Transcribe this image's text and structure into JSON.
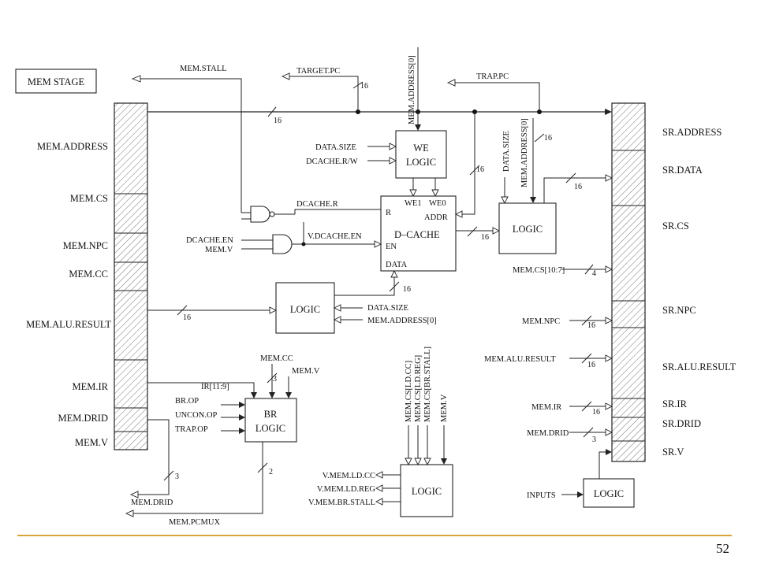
{
  "stage_title": "MEM STAGE",
  "page_number": "52",
  "accent_color": "#d8a43a",
  "left_register": {
    "labels": [
      "MEM.ADDRESS",
      "MEM.CS",
      "MEM.NPC",
      "MEM.CC",
      "MEM.ALU.RESULT",
      "MEM.IR",
      "MEM.DRID",
      "MEM.V"
    ]
  },
  "right_register": {
    "labels": [
      "SR.ADDRESS",
      "SR.DATA",
      "SR.CS",
      "SR.NPC",
      "SR.ALU.RESULT",
      "SR.IR",
      "SR.DRID",
      "SR.V"
    ]
  },
  "blocks": {
    "we_logic_line1": "WE",
    "we_logic_line2": "LOGIC",
    "dcache": "D–CACHE",
    "dcache_we1": "WE1",
    "dcache_we0": "WE0",
    "dcache_r": "R",
    "dcache_addr": "ADDR",
    "dcache_en": "EN",
    "dcache_data": "DATA",
    "logic": "LOGIC",
    "br_logic_line1": "BR",
    "br_logic_line2": "LOGIC"
  },
  "signals": {
    "mem_stall": "MEM.STALL",
    "target_pc": "TARGET.PC",
    "mem_address_0": "MEM.ADDRESS[0]",
    "trap_pc": "TRAP.PC",
    "data_size": "DATA.SIZE",
    "dcache_rw": "DCACHE.R/W",
    "dcache_r": "DCACHE.R",
    "dcache_en": "DCACHE.EN",
    "mem_v": "MEM.V",
    "v_dcache_en": "V.DCACHE.EN",
    "mem_cs_10_7": "MEM.CS[10:7]",
    "mem_npc": "MEM.NPC",
    "mem_alu_result": "MEM.ALU.RESULT",
    "mem_ir": "MEM.IR",
    "mem_drid": "MEM.DRID",
    "inputs": "INPUTS",
    "mem_cc": "MEM.CC",
    "ir_11_9": "IR[11:9]",
    "br_op": "BR.OP",
    "uncon_op": "UNCON.OP",
    "trap_op": "TRAP.OP",
    "mem_cs_ld_cc": "MEM.CS[LD.CC]",
    "mem_cs_ld_reg": "MEM.CS[LD.REG]",
    "mem_cs_br_stall": "MEM.CS[BR.STALL]",
    "v_mem_ld_cc": "V.MEM.LD.CC",
    "v_mem_ld_reg": "V.MEM.LD.REG",
    "v_mem_br_stall": "V.MEM.BR.STALL",
    "mem_pcmux": "MEM.PCMUX"
  },
  "bus_widths": {
    "w16": "16",
    "w4": "4",
    "w3": "3",
    "w2": "2"
  }
}
